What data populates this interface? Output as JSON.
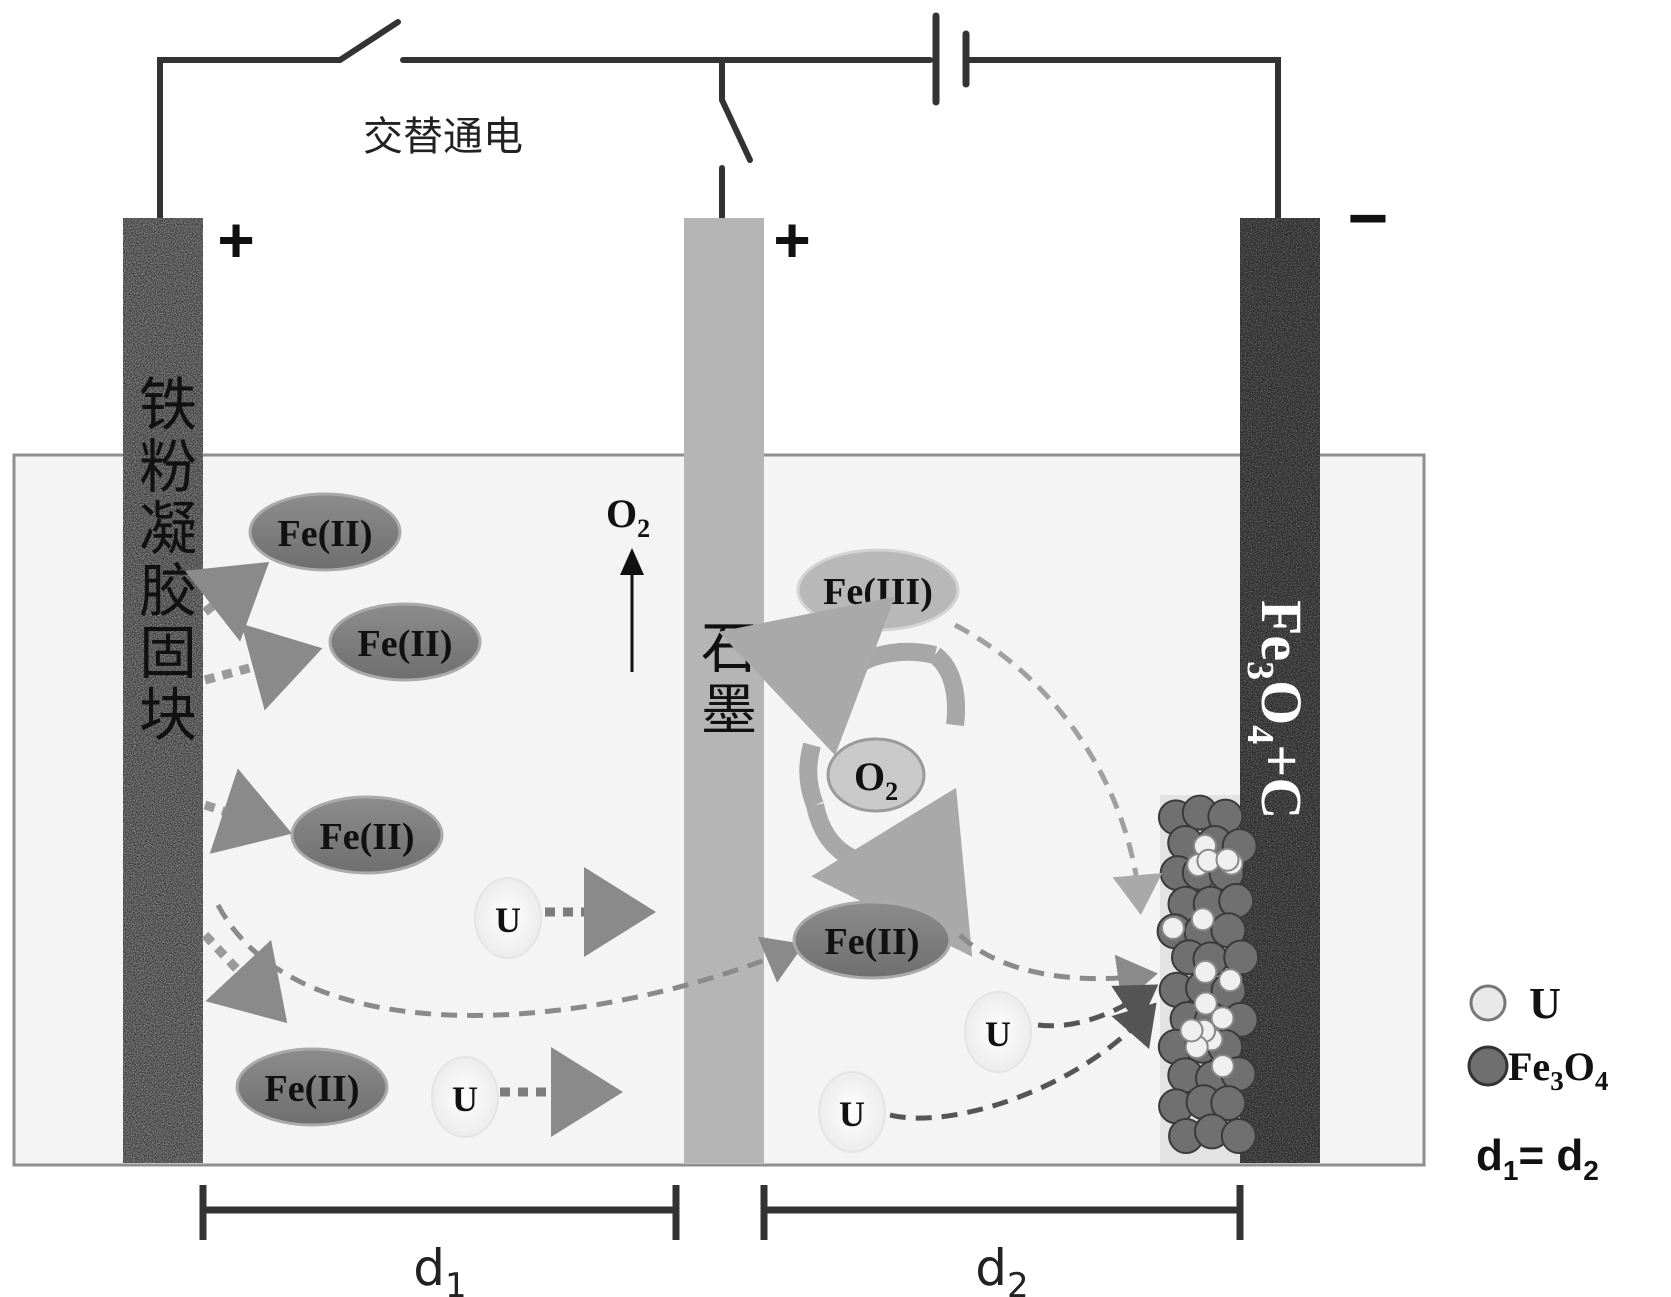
{
  "circuit": {
    "switch_label": "交替通电",
    "left_pole": "+",
    "middle_pole": "+",
    "right_pole": "−"
  },
  "electrodes": {
    "left_label": "铁粉凝胶固块",
    "middle_label": "石墨",
    "right_label": {
      "prefix": "Fe",
      "sub": "3",
      "rest": "O",
      "sub2": "4",
      "tail": "+C"
    }
  },
  "species": {
    "fe2": "Fe(II)",
    "fe3": "Fe(III)",
    "o2": {
      "main": "O",
      "sub": "2"
    },
    "u": "U"
  },
  "legend": {
    "u_label": "U",
    "fe3o4_label": {
      "main": "Fe",
      "sub": "3",
      "mid": "O",
      "sub2": "4"
    },
    "equation": {
      "a": "d",
      "a_sub": "1",
      "eq": "= ",
      "b": "d",
      "b_sub": "2"
    }
  },
  "distances": {
    "d1": {
      "main": "d",
      "sub": "1"
    },
    "d2": {
      "main": "d",
      "sub": "2"
    }
  },
  "colors": {
    "fe2_fill": "#7f7f7f",
    "fe3_fill": "#b8b8b8",
    "o2_fill": "#c9c9c9",
    "electrolyte": "#f4f4f4",
    "graphite": "#b5b5b5",
    "cathode": "#333333",
    "wire": "#333333"
  }
}
